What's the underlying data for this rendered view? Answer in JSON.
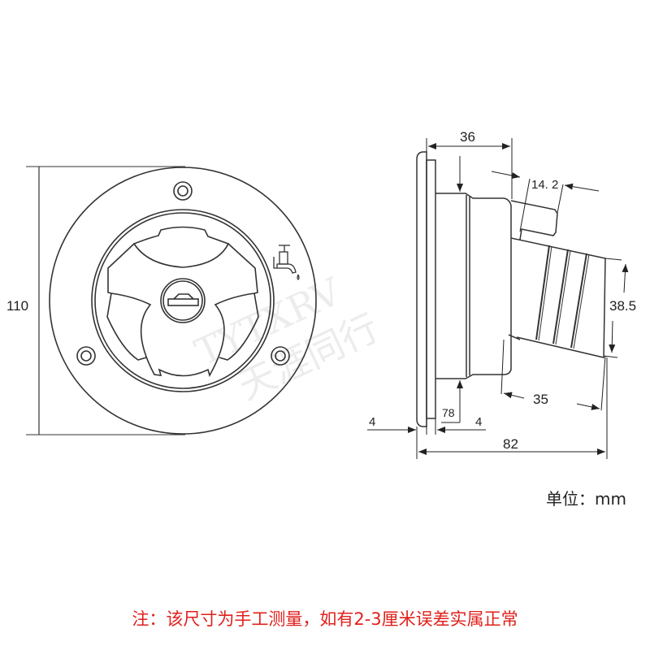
{
  "watermark": {
    "latin": "TYTXRV",
    "chinese": "天涯同行"
  },
  "front_view": {
    "diameter_label": "110",
    "icons": [
      "water-tap-icon",
      "lock-icon"
    ]
  },
  "side_view": {
    "dimensions": {
      "depth": "36",
      "small_pipe": "14. 2",
      "hose_diameter": "38.5",
      "hose_length": "35",
      "body_diameter": "78",
      "flange_left": "4",
      "flange_right": "4",
      "overall_depth": "82"
    }
  },
  "unit_label": "单位：mm",
  "note": "注：该尺寸为手工测量，如有2-3厘米误差实属正常",
  "colors": {
    "line": "#333333",
    "note": "#e0201c"
  }
}
